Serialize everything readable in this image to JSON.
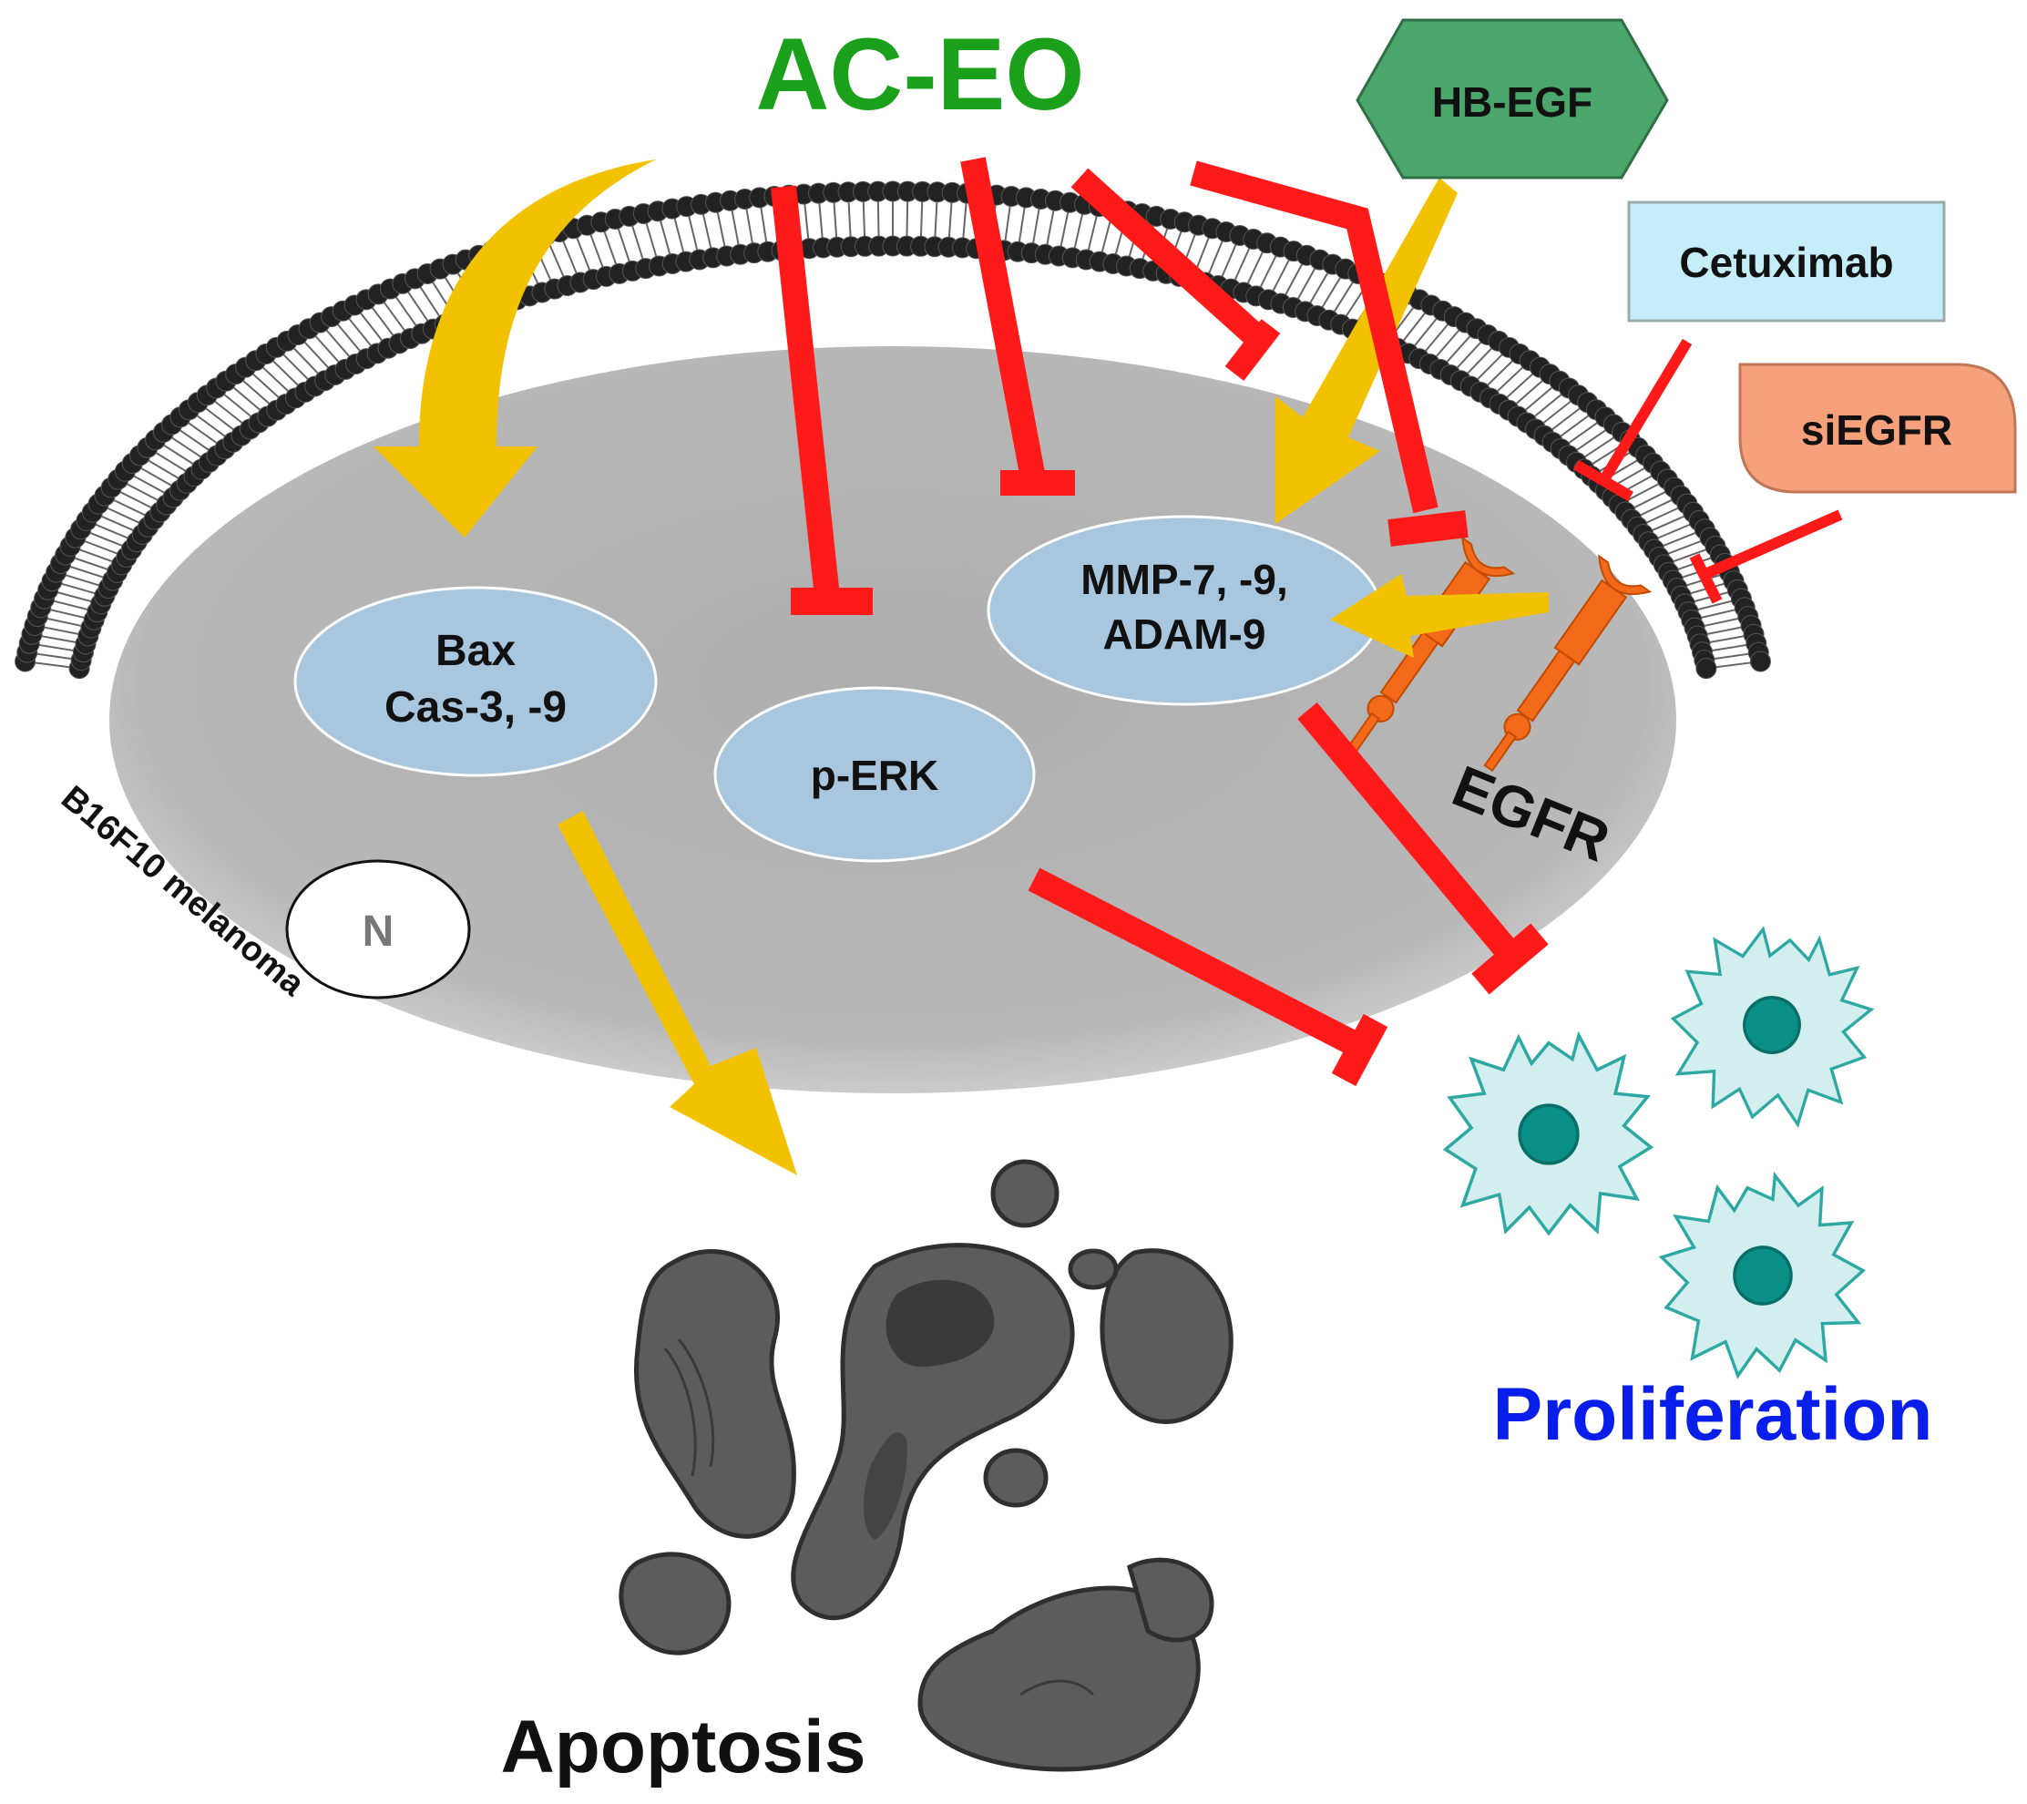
{
  "labels": {
    "treatment": "AC-EO",
    "ligand": "HB-EGF",
    "antibody": "Cetuximab",
    "sirna": "siEGFR",
    "apoptotic_proteins_line1": "Bax",
    "apoptotic_proteins_line2": "Cas-3, -9",
    "erk": "p-ERK",
    "proteases_line1": "MMP-7, -9,",
    "proteases_line2": "ADAM-9",
    "nucleus": "N",
    "cell_line": "B16F10 melanoma",
    "receptor": "EGFR",
    "proliferation": "Proliferation",
    "apoptosis": "Apoptosis"
  },
  "colors": {
    "treatment_text": "#1aa01a",
    "proliferation_text": "#0a1eeb",
    "inhibition": "#ff1a1a",
    "activation": "#f2c200",
    "node_fill": "#a9c6df",
    "cytoplasm": "#b4b4b4",
    "ligand_fill": "#4aa66a",
    "antibody_fill": "#c6eefa",
    "sirna_fill": "#f6a07c",
    "receptor": "#f26a1a",
    "tumor_cell": "#d2eeee",
    "tumor_nucleus": "#0a8f86",
    "apoptotic_body": "#5c5c5c"
  }
}
